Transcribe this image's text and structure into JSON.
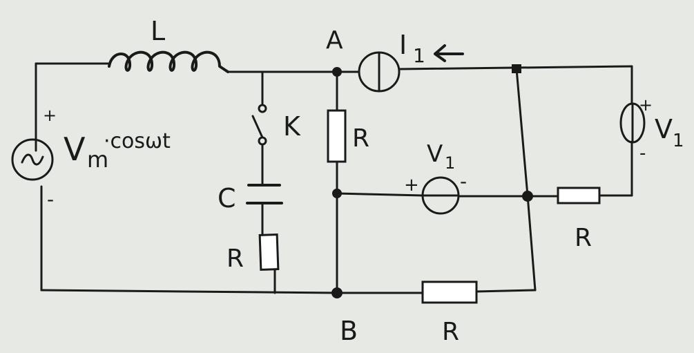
{
  "diagram": {
    "inductor_label": "L",
    "node_a_label": "A",
    "node_b_label": "B",
    "source_label_main": "V",
    "source_label_sub": "m",
    "source_label_func": "·cosωt",
    "source_plus": "+",
    "source_minus": "-",
    "switch_label": "K",
    "capacitor_label": "C",
    "resistor_label": "R",
    "current_source_label": "I",
    "current_source_sub": "1",
    "voltage_source_label": "V",
    "voltage_source_sub": "1",
    "vs_plus": "+",
    "vs_minus": "-"
  }
}
